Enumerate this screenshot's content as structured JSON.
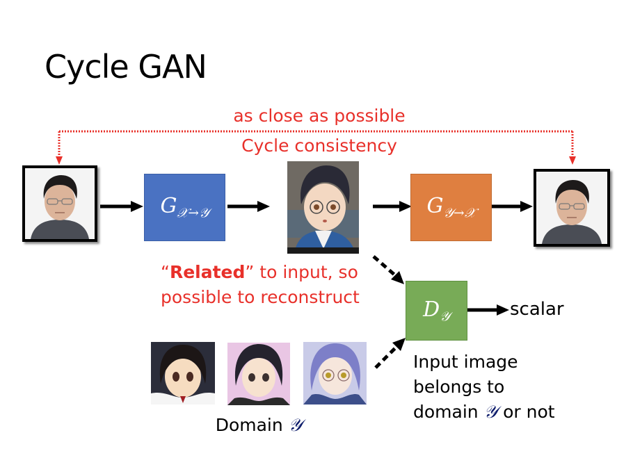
{
  "slide": {
    "title": "Cycle GAN"
  },
  "cycle": {
    "top_label": "as close as possible",
    "bottom_label": "Cycle consistency"
  },
  "generators": {
    "g_xy": {
      "symbol": "G",
      "subscript": "𝒳→𝒴",
      "color": "#4a72c2"
    },
    "g_yx": {
      "symbol": "G",
      "subscript": "𝒴→𝒳",
      "color": "#df7f40"
    }
  },
  "discriminator": {
    "symbol": "D",
    "subscript": "𝒴",
    "color": "#78ab57",
    "output_label": "scalar"
  },
  "related_note": {
    "open_quote": "“",
    "bold_word": "Related",
    "rest_line1": "” to input, so",
    "line2": "possible to reconstruct"
  },
  "disc_note": {
    "line1": "Input image",
    "line2": "belongs to",
    "line3_prefix": "domain ",
    "line3_symbol": "𝒴",
    "line3_suffix": " or not"
  },
  "domain_label": {
    "prefix": "Domain ",
    "symbol": "𝒴"
  },
  "images": {
    "input_photo": "real-face-photo",
    "generated_anime": "anime-character-with-glasses",
    "reconstructed_photo": "reconstructed-face-photo",
    "domain_samples": [
      "anime-girl-1",
      "anime-girl-2",
      "anime-girl-3"
    ]
  },
  "colors": {
    "accent_red": "#e8302a",
    "arrow": "#000000"
  }
}
